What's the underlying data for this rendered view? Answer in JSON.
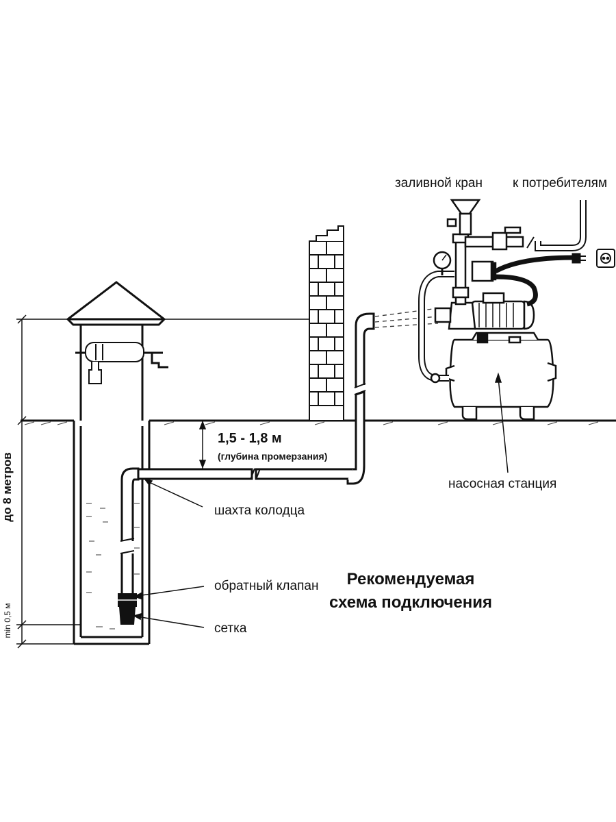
{
  "labels": {
    "fill_valve": "заливной кран",
    "to_consumers": "к потребителям",
    "depth_value": "1,5 - 1,8 м",
    "depth_note": "(глубина промерзания)",
    "pump_station": "насосная станция",
    "well_shaft": "шахта колодца",
    "check_valve": "обратный клапан",
    "strainer": "сетка",
    "well_depth": "до 8 метров",
    "min_depth": "min 0,5 м"
  },
  "title": {
    "line1": "Рекомендуемая",
    "line2": "схема подключения"
  }
}
